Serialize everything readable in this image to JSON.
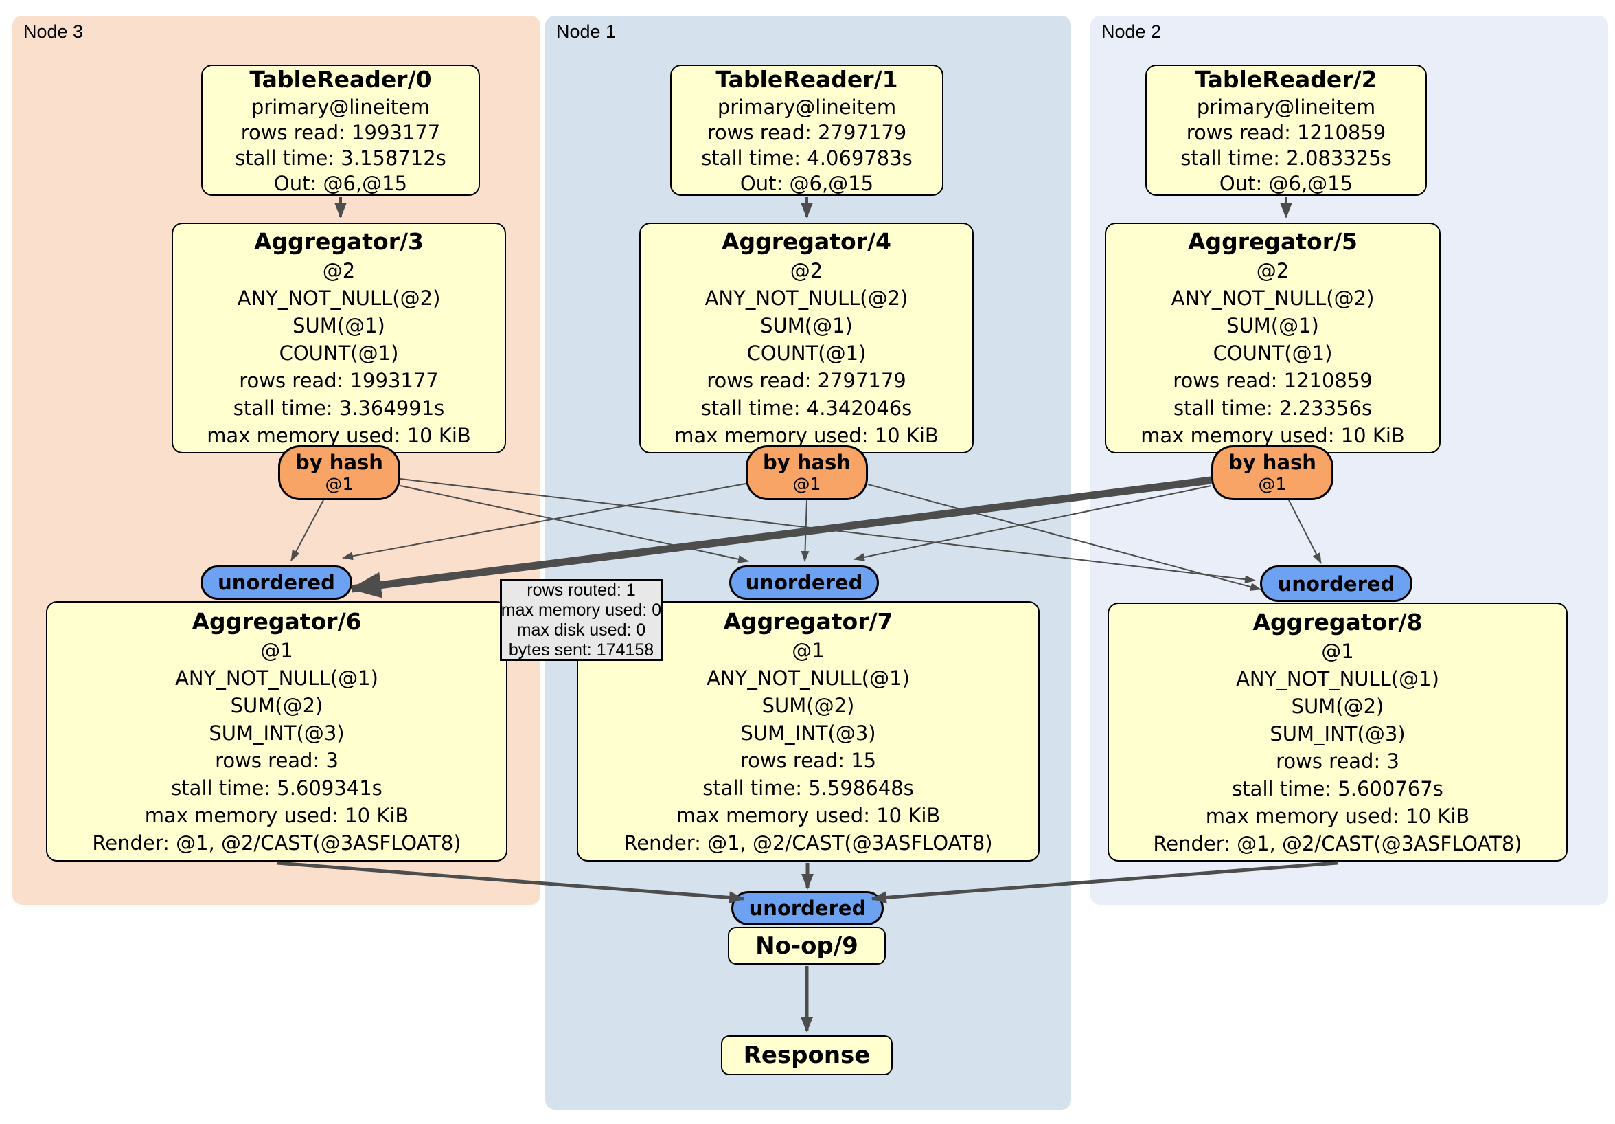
{
  "nodes": [
    {
      "label": "Node 3"
    },
    {
      "label": "Node 1"
    },
    {
      "label": "Node 2"
    }
  ],
  "processors": {
    "tr0": {
      "title": "TableReader/0",
      "lines": [
        "primary@lineitem",
        "rows read: 1993177",
        "stall time: 3.158712s",
        "Out: @6,@15"
      ]
    },
    "tr1": {
      "title": "TableReader/1",
      "lines": [
        "primary@lineitem",
        "rows read: 2797179",
        "stall time: 4.069783s",
        "Out: @6,@15"
      ]
    },
    "tr2": {
      "title": "TableReader/2",
      "lines": [
        "primary@lineitem",
        "rows read: 1210859",
        "stall time: 2.083325s",
        "Out: @6,@15"
      ]
    },
    "agg3": {
      "title": "Aggregator/3",
      "lines": [
        "@2",
        "ANY_NOT_NULL(@2)",
        "SUM(@1)",
        "COUNT(@1)",
        "rows read: 1993177",
        "stall time: 3.364991s",
        "max memory used: 10 KiB"
      ]
    },
    "agg4": {
      "title": "Aggregator/4",
      "lines": [
        "@2",
        "ANY_NOT_NULL(@2)",
        "SUM(@1)",
        "COUNT(@1)",
        "rows read: 2797179",
        "stall time: 4.342046s",
        "max memory used: 10 KiB"
      ]
    },
    "agg5": {
      "title": "Aggregator/5",
      "lines": [
        "@2",
        "ANY_NOT_NULL(@2)",
        "SUM(@1)",
        "COUNT(@1)",
        "rows read: 1210859",
        "stall time: 2.23356s",
        "max memory used: 10 KiB"
      ]
    },
    "agg6": {
      "title": "Aggregator/6",
      "lines": [
        "@1",
        "ANY_NOT_NULL(@1)",
        "SUM(@2)",
        "SUM_INT(@3)",
        "rows read: 3",
        "stall time: 5.609341s",
        "max memory used: 10 KiB",
        "Render: @1, @2/CAST(@3ASFLOAT8)"
      ]
    },
    "agg7": {
      "title": "Aggregator/7",
      "lines": [
        "@1",
        "ANY_NOT_NULL(@1)",
        "SUM(@2)",
        "SUM_INT(@3)",
        "rows read: 15",
        "stall time: 5.598648s",
        "max memory used: 10 KiB",
        "Render: @1, @2/CAST(@3ASFLOAT8)"
      ]
    },
    "agg8": {
      "title": "Aggregator/8",
      "lines": [
        "@1",
        "ANY_NOT_NULL(@1)",
        "SUM(@2)",
        "SUM_INT(@3)",
        "rows read: 3",
        "stall time: 5.600767s",
        "max memory used: 10 KiB",
        "Render: @1, @2/CAST(@3ASFLOAT8)"
      ]
    },
    "noop": {
      "title": "No-op/9"
    },
    "response": {
      "title": "Response"
    }
  },
  "routers": {
    "by_hash": "by hash",
    "by_hash_sub": "@1",
    "unordered": "unordered"
  },
  "tooltip": {
    "lines": [
      "rows routed: 1",
      "max memory used: 0",
      "max disk used: 0",
      "bytes sent: 174158"
    ]
  },
  "colors": {
    "node3_bg": "#fbdfcd",
    "node1_bg": "#d5e2ee",
    "node2_bg": "#e9eef8",
    "processor_bg": "#ffffcf",
    "router_bg": "#f8a466",
    "collector_bg": "#6da2f2",
    "edge": "#4d4d4d",
    "tooltip_bg": "#e8e8e8"
  }
}
